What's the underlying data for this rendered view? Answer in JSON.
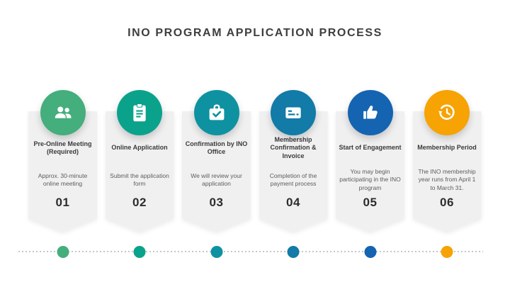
{
  "title": "INO PROGRAM APPLICATION PROCESS",
  "steps": [
    {
      "number": "01",
      "title": "Pre-Online Meeting (Required)",
      "description": "Approx. 30-minute online meeting",
      "color": "#44ae7d",
      "icon": "users-icon"
    },
    {
      "number": "02",
      "title": "Online Application",
      "description": "Submit the application form",
      "color": "#0ba28c",
      "icon": "clipboard-icon"
    },
    {
      "number": "03",
      "title": "Confirmation by INO Office",
      "description": "We will review your application",
      "color": "#0e92a1",
      "icon": "briefcase-check-icon"
    },
    {
      "number": "04",
      "title": "Membership Confirmation & Invoice",
      "description": "Completion of the payment process",
      "color": "#127ba7",
      "icon": "credit-card-icon"
    },
    {
      "number": "05",
      "title": "Start of Engagement",
      "description": "You may begin participating in the INO program",
      "color": "#1564b1",
      "icon": "thumbs-up-icon"
    },
    {
      "number": "06",
      "title": "Membership Period",
      "description": "The INO membership year runs from April 1 to March 31.",
      "color": "#f6a303",
      "icon": "history-clock-icon"
    }
  ],
  "timeline": {
    "line_color": "#c3c7cb"
  }
}
